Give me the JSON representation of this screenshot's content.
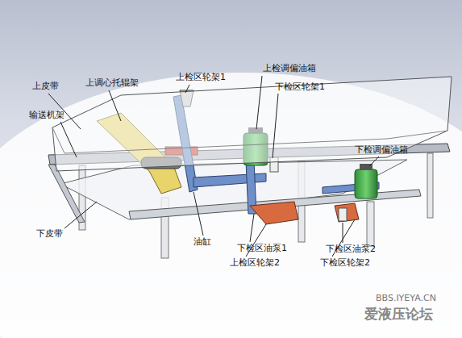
{
  "diagram": {
    "labels": [
      "上皮带",
      "上调心托辊架",
      "上检区轮架1",
      "上检调偏油箱",
      "下检区轮架1",
      "输送机架",
      "下检调偏油箱",
      "油缸",
      "下皮带",
      "下检区油泵1",
      "上检区轮架2",
      "下检区油泵2",
      "下检区轮架2",
      "BBS.IYEYA.CN",
      "爱液压论坛"
    ]
  }
}
